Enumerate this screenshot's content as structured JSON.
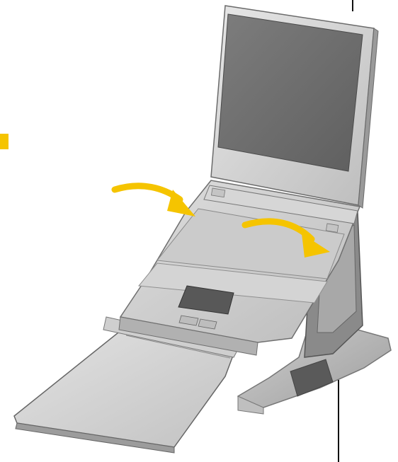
{
  "image": {
    "description_subject": "laptop-on-adjustable-stand",
    "arrow_color": "#F5C400",
    "marker_color": "#F5C400",
    "line_color": "#111111",
    "icons": [
      "yellow-arrow-left",
      "yellow-arrow-right",
      "left-edge-marker",
      "top-callout-line",
      "bottom-callout-line"
    ]
  }
}
